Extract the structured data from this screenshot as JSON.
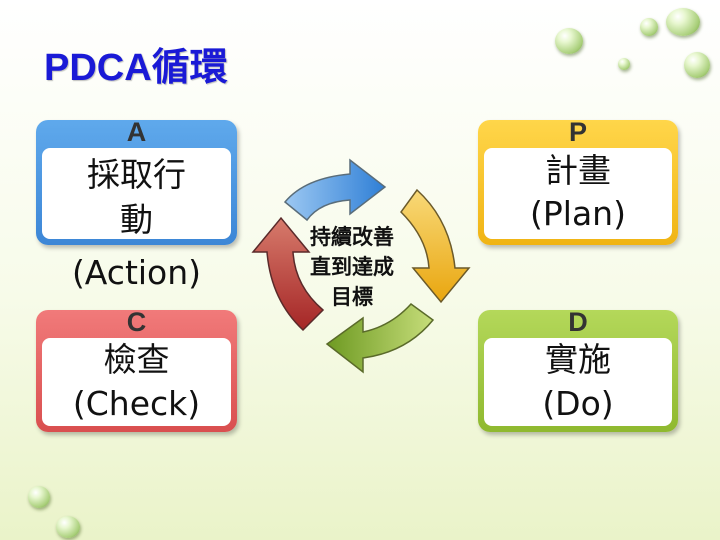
{
  "slide": {
    "title": "PDCA循環",
    "center_lines": [
      "持續改善",
      "直到達成",
      "目標"
    ]
  },
  "cards": {
    "a": {
      "letter": "A",
      "lines": [
        "採取行",
        "動",
        "(Action)"
      ],
      "color": "#4a96e0"
    },
    "c": {
      "letter": "C",
      "lines": [
        "檢查",
        "(Check)"
      ],
      "color": "#e35f5f"
    },
    "p": {
      "letter": "P",
      "lines": [
        "計畫",
        "(Plan)"
      ],
      "color": "#f6c424"
    },
    "d": {
      "letter": "D",
      "lines": [
        "實施",
        "(Do)"
      ],
      "color": "#a2c843"
    }
  },
  "cycle_colors": {
    "blue": "#3f8ee0",
    "yellow": "#f2b31b",
    "green": "#8cb43a",
    "red": "#b83232"
  },
  "icons": [
    "water-drop-icon"
  ]
}
